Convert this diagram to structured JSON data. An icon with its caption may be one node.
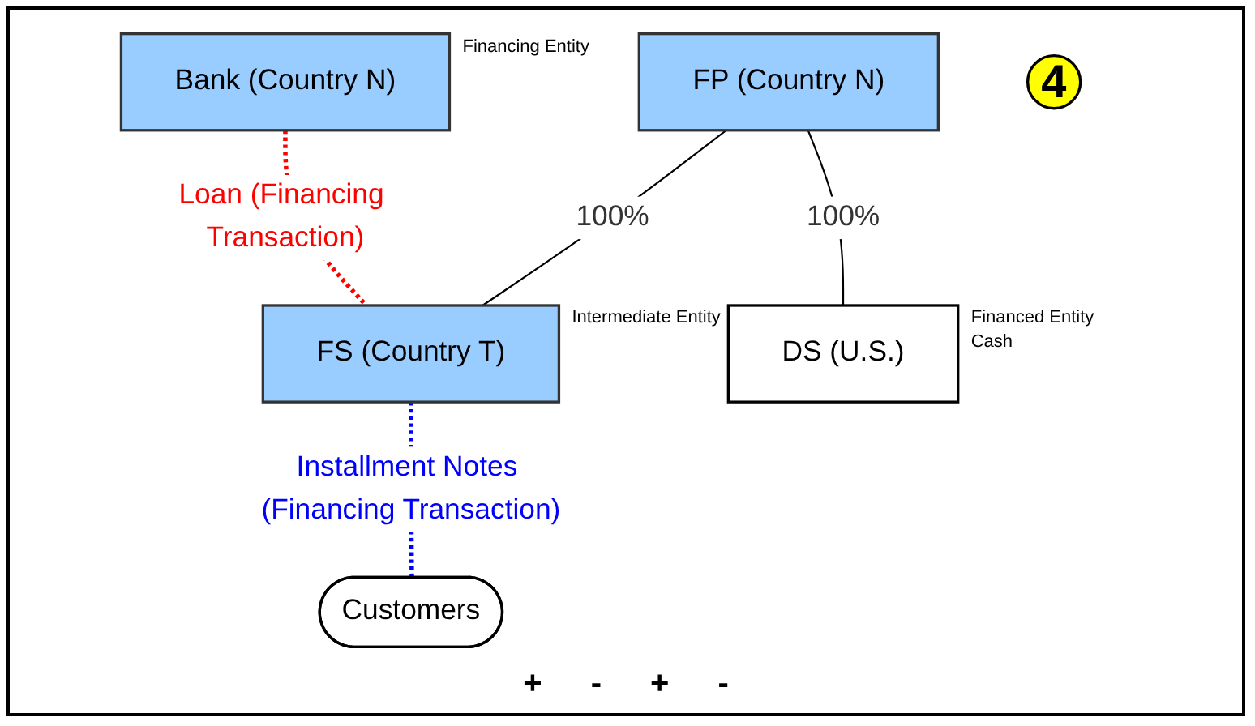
{
  "diagram": {
    "nodes": [
      {
        "text": [
          "Bank (Country N)"
        ],
        "beside": [
          "Financing Entity"
        ]
      },
      {
        "text": [
          "FP (Country N)"
        ]
      },
      {
        "text": [
          "FS (Country T)"
        ],
        "beside": [
          "Intermediate Entity"
        ]
      },
      {
        "text": [
          "DS (U.S.)"
        ],
        "beside": [
          "Financed Entity",
          "Cash"
        ]
      },
      {
        "text": [
          "Customers"
        ]
      },
      {
        "text": [
          "4"
        ]
      }
    ],
    "edges": [
      {
        "from": 1,
        "to": 2,
        "arrow": "none",
        "label": "100%"
      },
      {
        "from": 1,
        "to": 3,
        "arrow": "none",
        "label": "100%"
      },
      {
        "from": 0,
        "to": 2,
        "arrow": "none",
        "label": "Loan (Financing Transaction)",
        "style": "dashed",
        "color": "#ff0000"
      },
      {
        "from": 2,
        "to": 4,
        "arrow": "none",
        "label": "Installment Notes (Financing Transaction)",
        "style": "dashed",
        "color": "#0000ff"
      }
    ],
    "labels": [
      "+",
      "-",
      "+",
      "-"
    ]
  }
}
